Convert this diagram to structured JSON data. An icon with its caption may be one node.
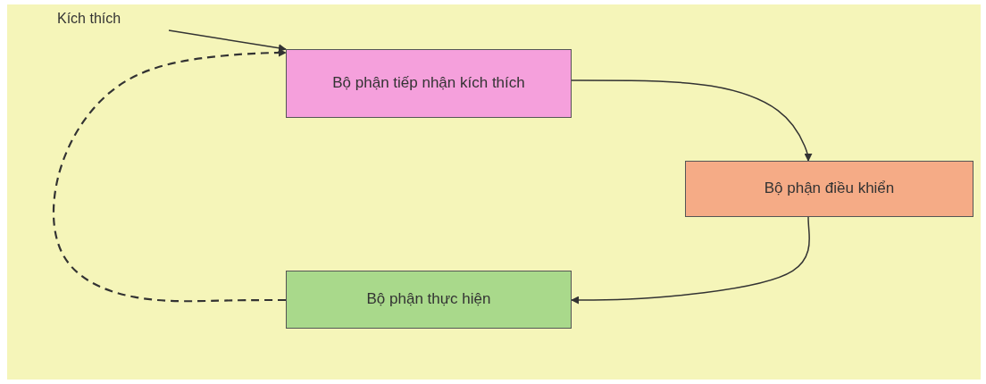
{
  "diagram": {
    "nodes": [
      {
        "text": [
          "Kích thích"
        ]
      },
      {
        "text": [
          "Bộ phận tiếp nhận kích thích"
        ]
      },
      {
        "text": [
          "Bộ phận điều khiển"
        ]
      },
      {
        "text": [
          "Bộ phận thực hiện"
        ]
      }
    ],
    "edges": [
      {
        "from": 0,
        "to": 1,
        "arrow": "to"
      },
      {
        "from": 1,
        "to": 2,
        "arrow": "to"
      },
      {
        "from": 2,
        "to": 3,
        "arrow": "to"
      },
      {
        "from": 3,
        "to": 1,
        "arrow": "to",
        "style": "dashed"
      }
    ]
  }
}
